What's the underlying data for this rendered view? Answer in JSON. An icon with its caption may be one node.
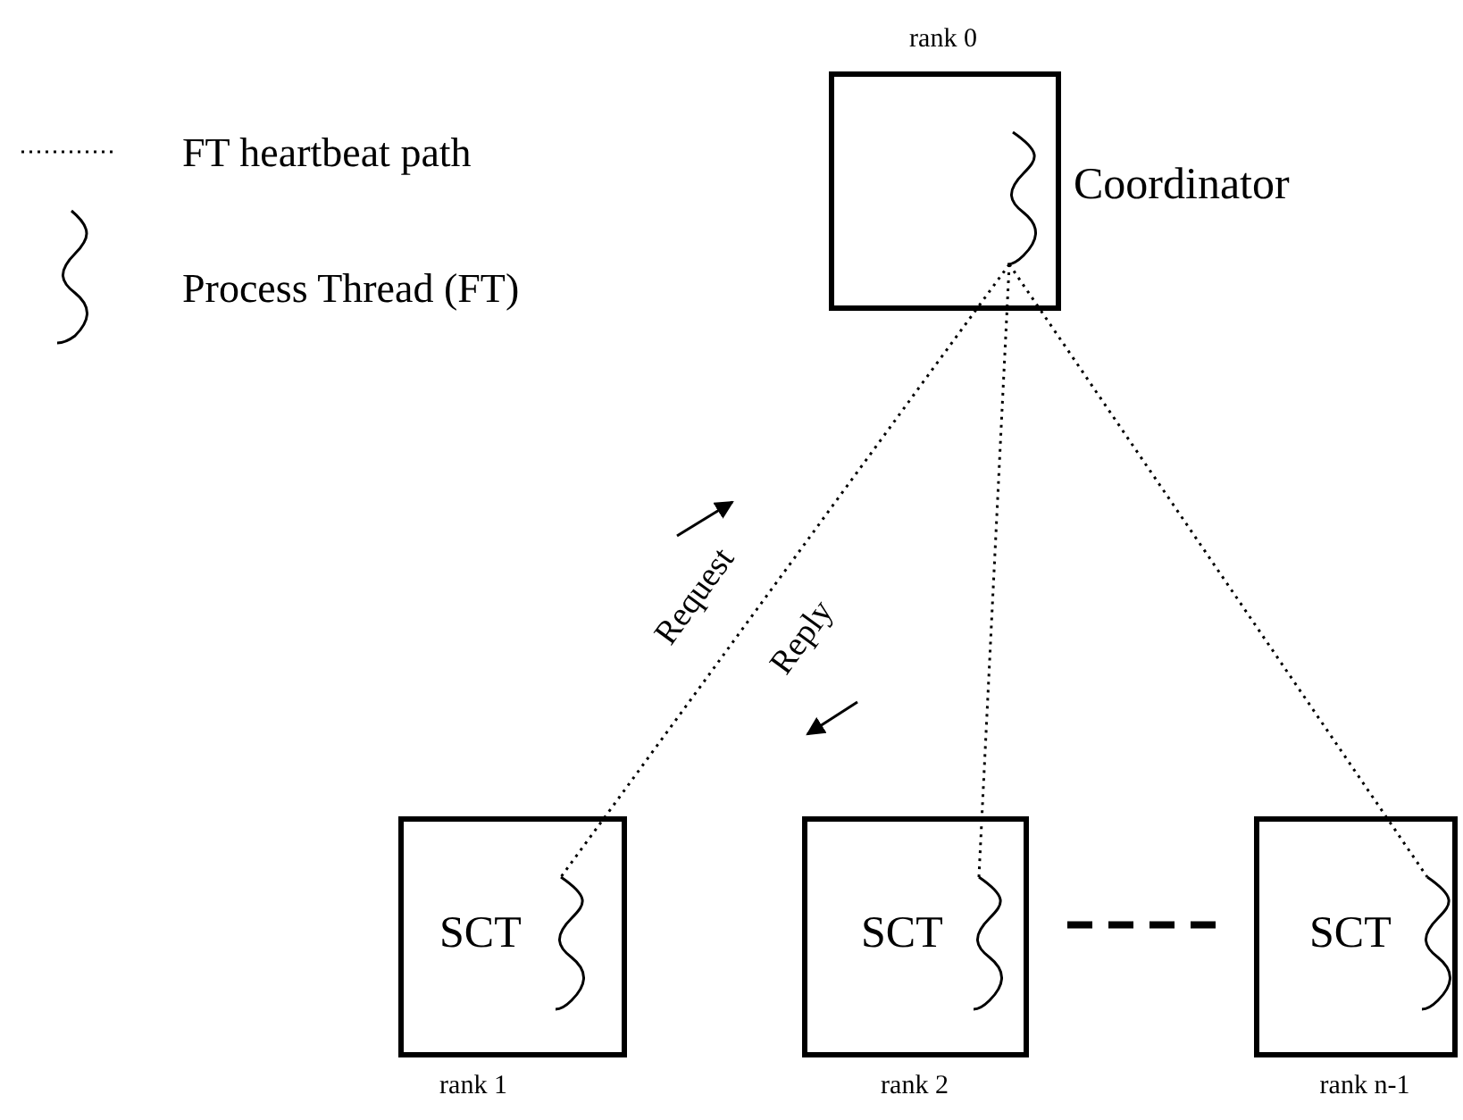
{
  "diagram": {
    "nodes": [
      {
        "text": [
          "Coordinator"
        ],
        "beside": [
          "rank 0"
        ]
      },
      {
        "text": [],
        "shape": "squiggle",
        "in": 0
      },
      {
        "text": [
          "SCT"
        ],
        "beside": [
          "rank 1"
        ]
      },
      {
        "text": [],
        "shape": "squiggle",
        "in": 2
      },
      {
        "text": [
          "SCT"
        ],
        "beside": [
          "rank 2"
        ]
      },
      {
        "text": [],
        "shape": "squiggle",
        "in": 4
      },
      {
        "text": [
          "SCT"
        ],
        "beside": [
          "rank n-1"
        ]
      },
      {
        "text": [],
        "shape": "squiggle",
        "in": 6
      }
    ],
    "edges": [
      {
        "from": 1,
        "to": 3,
        "arrow": "none"
      },
      {
        "from": 1,
        "to": 5,
        "arrow": "none"
      },
      {
        "from": 1,
        "to": 7,
        "arrow": "none"
      },
      {
        "from": 4,
        "to": 6,
        "arrow": "none",
        "style": "dashed"
      }
    ],
    "labels": [
      "Request",
      "Reply"
    ],
    "legend": [
      {
        "text": "FT heartbeat path"
      },
      {
        "text": "Process Thread (FT)"
      }
    ]
  }
}
